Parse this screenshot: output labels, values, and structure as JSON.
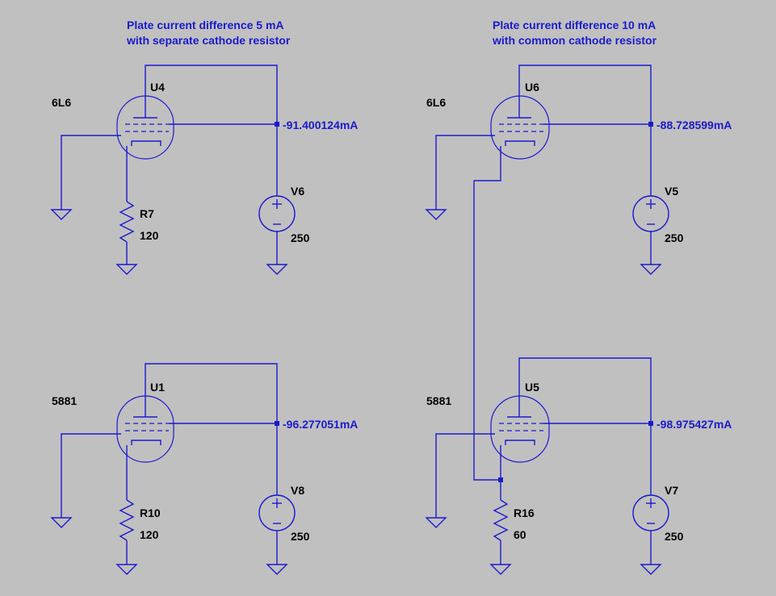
{
  "notes": {
    "left": [
      "Plate current difference 5 mA",
      "with separate cathode resistor"
    ],
    "right": [
      "Plate current difference 10 mA",
      "with common cathode resistor"
    ]
  },
  "circuits": {
    "tl": {
      "model": "6L6",
      "tube": "U4",
      "current": "-91.400124mA",
      "source": "V6",
      "source_value": "250",
      "resistor": "R7",
      "resistor_value": "120"
    },
    "bl": {
      "model": "5881",
      "tube": "U1",
      "current": "-96.277051mA",
      "source": "V8",
      "source_value": "250",
      "resistor": "R10",
      "resistor_value": "120"
    },
    "tr": {
      "model": "6L6",
      "tube": "U6",
      "current": "-88.728599mA",
      "source": "V5",
      "source_value": "250"
    },
    "br": {
      "model": "5881",
      "tube": "U5",
      "current": "-98.975427mA",
      "source": "V7",
      "source_value": "250",
      "resistor": "R16",
      "resistor_value": "60"
    }
  },
  "colors": {
    "background": "#c0c0c0",
    "wire": "#1a1ad0",
    "text": "#000000"
  }
}
